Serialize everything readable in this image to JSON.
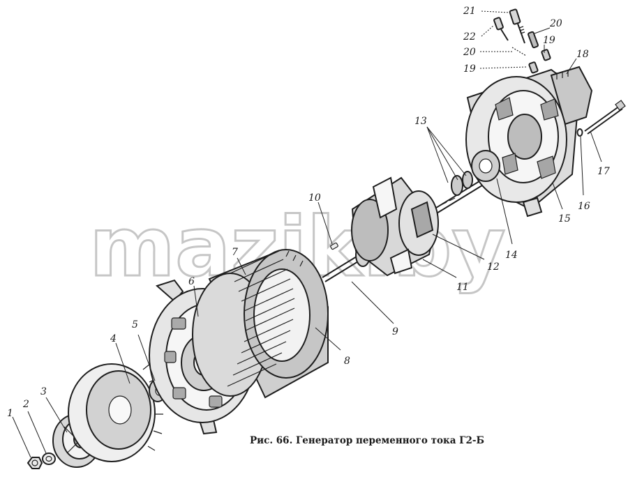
{
  "caption": "Рис. 66. Генератор переменного тока Г2-Б",
  "watermark": "mazik.by",
  "labels": {
    "l1": "1",
    "l2": "2",
    "l3": "3",
    "l4": "4",
    "l5": "5",
    "l6": "6",
    "l7": "7",
    "l8": "8",
    "l9": "9",
    "l10": "10",
    "l11": "11",
    "l12": "12",
    "l13": "13",
    "l14": "14",
    "l15": "15",
    "l16": "16",
    "l17": "17",
    "l18": "18",
    "l19a": "19",
    "l19b": "19",
    "l20a": "20",
    "l20b": "20",
    "l21": "21",
    "l22": "22"
  }
}
